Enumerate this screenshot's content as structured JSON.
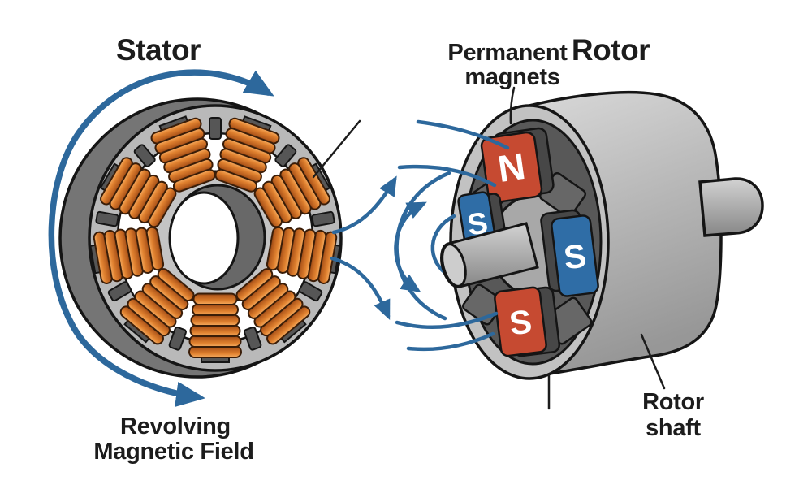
{
  "diagram": {
    "labels": {
      "stator": "Stator",
      "rotor": "Rotor",
      "permanent_magnets_line1": "Permanent",
      "permanent_magnets_line2": "magnets",
      "revolving_field_line1": "Revolving",
      "revolving_field_line2": "Magnetic Field",
      "rotor_shaft_line1": "Rotor",
      "rotor_shaft_line2": "shaft"
    },
    "magnet_labels": {
      "top": "N",
      "left": "S",
      "right": "S",
      "bottom": "S"
    },
    "colors": {
      "field_line_blue": "#2d689c",
      "magnet_red": "#c64a31",
      "magnet_blue": "#2f6da6",
      "copper_coil": "#d4752a",
      "steel_gray_light": "#bcbcbc",
      "steel_gray_dark": "#5d5d5d",
      "outline_black": "#151515"
    }
  }
}
